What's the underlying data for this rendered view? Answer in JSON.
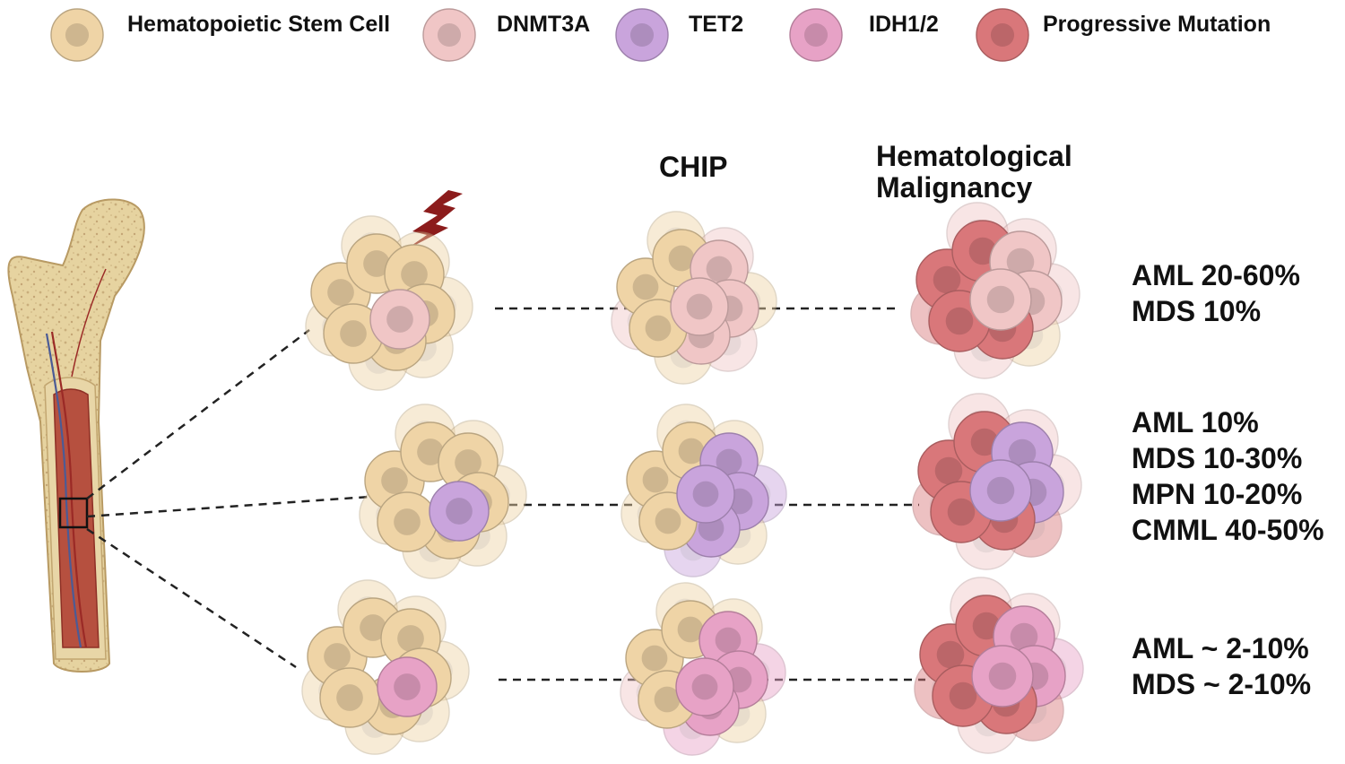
{
  "legend": {
    "hsc": "Hematopoietic Stem Cell",
    "dnmt3a": "DNMT3A",
    "tet2": "TET2",
    "idh": "IDH1/2",
    "progressive": "Progressive Mutation"
  },
  "columns": {
    "chip": "CHIP",
    "malignancy_line1": "Hematological",
    "malignancy_line2": "Malignancy"
  },
  "outcomes": {
    "dnmt3a": [
      "AML 20-60%",
      "MDS 10%"
    ],
    "tet2": [
      "AML 10%",
      "MDS 10-30%",
      "MPN 10-20%",
      "CMML 40-50%"
    ],
    "idh": [
      "AML ~ 2-10%",
      "MDS ~ 2-10%"
    ]
  },
  "colors": {
    "hsc": "#efd4a6",
    "dnmt3a": "#f0c6c6",
    "tet2": "#c9a4dc",
    "idh": "#e7a2c6",
    "progressive": "#d9777a",
    "bone": "#e9d7a8",
    "marrow": "#b24a3c",
    "lightning": "#8c1c1c"
  }
}
